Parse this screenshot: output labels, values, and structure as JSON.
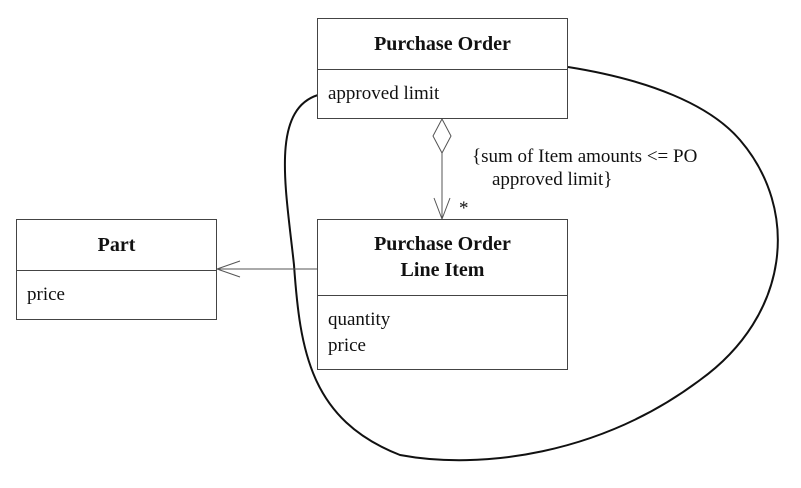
{
  "classes": {
    "purchase_order": {
      "name": "Purchase Order",
      "attributes": [
        "approved limit"
      ]
    },
    "line_item": {
      "name_lines": [
        "Purchase Order",
        "Line Item"
      ],
      "attributes": [
        "quantity",
        "price"
      ]
    },
    "part": {
      "name": "Part",
      "attributes": [
        "price"
      ]
    }
  },
  "constraint": {
    "line1": "{sum of Item amounts <= PO",
    "line2": "approved limit}"
  },
  "multiplicity": "*",
  "colors": {
    "line": "#444444",
    "text": "#111111",
    "background": "#ffffff"
  }
}
